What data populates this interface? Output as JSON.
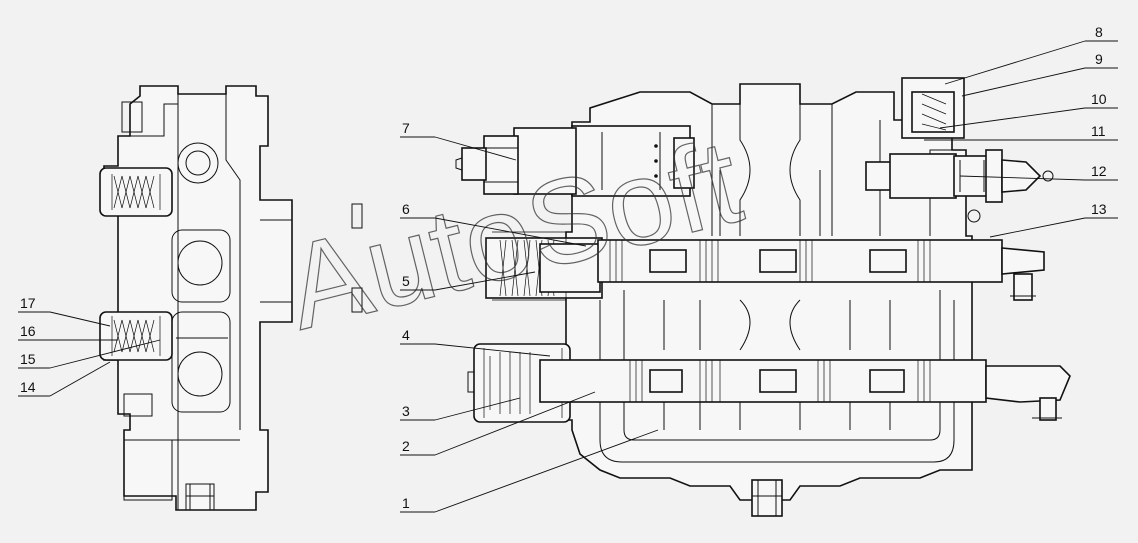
{
  "callouts": [
    {
      "id": "c1",
      "label": "1"
    },
    {
      "id": "c2",
      "label": "2"
    },
    {
      "id": "c3",
      "label": "3"
    },
    {
      "id": "c4",
      "label": "4"
    },
    {
      "id": "c5",
      "label": "5"
    },
    {
      "id": "c6",
      "label": "6"
    },
    {
      "id": "c7",
      "label": "7"
    },
    {
      "id": "c8",
      "label": "8"
    },
    {
      "id": "c9",
      "label": "9"
    },
    {
      "id": "c10",
      "label": "10"
    },
    {
      "id": "c11",
      "label": "11"
    },
    {
      "id": "c12",
      "label": "12"
    },
    {
      "id": "c13",
      "label": "13"
    },
    {
      "id": "c14",
      "label": "14"
    },
    {
      "id": "c15",
      "label": "15"
    },
    {
      "id": "c16",
      "label": "16"
    },
    {
      "id": "c17",
      "label": "17"
    }
  ],
  "watermark": {
    "text": "AutoSoft"
  }
}
